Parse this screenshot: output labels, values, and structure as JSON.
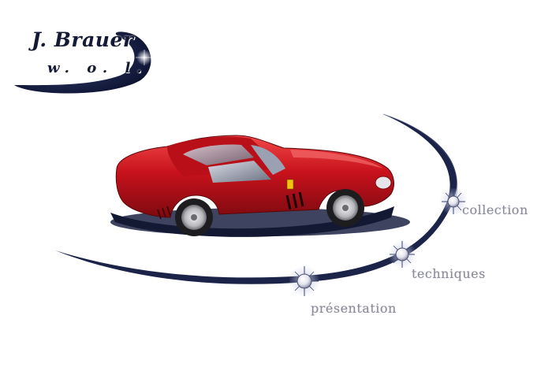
{
  "logo": {
    "title": "J. Brauer",
    "subtitle": "w. o. l."
  },
  "nav": {
    "collection": "collection",
    "techniques": "techniques",
    "presentation": "présentation"
  },
  "colors": {
    "background": "#ffffff",
    "orbit": "#1b2348",
    "car_body": "#c8121c",
    "label": "#8a8a9a"
  },
  "icons": {
    "orbit_nodes": "glowing-sphere"
  }
}
